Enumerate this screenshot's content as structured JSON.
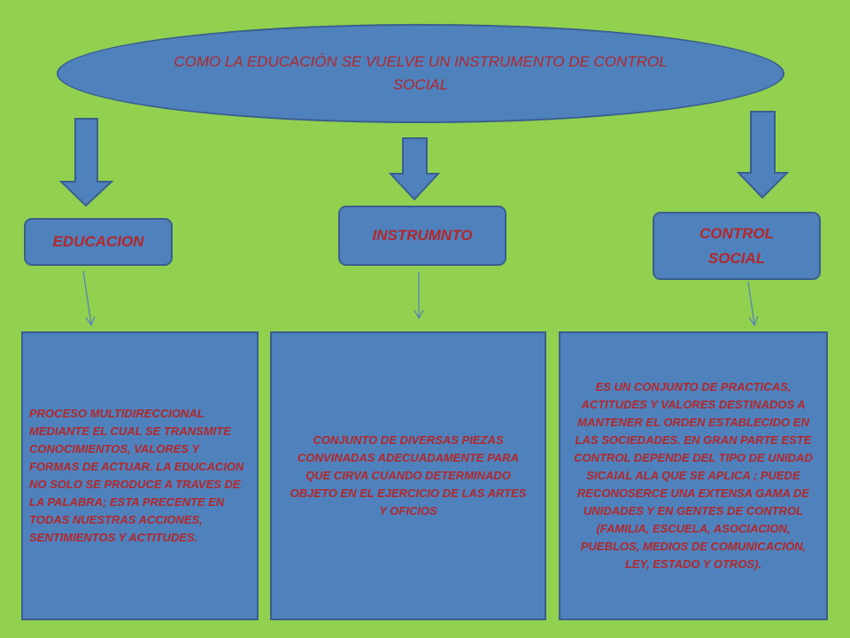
{
  "title": "COMO LA EDUCACIÓN SE VUELVE UN INSTRUMENTO DE CONTROL SOCIAL",
  "nodes": {
    "educacion": "EDUCACION",
    "instrumento": "INSTRUMNTO",
    "control": "CONTROL SOCIAL"
  },
  "descriptions": {
    "educacion": "PROCESO MULTIDIRECCIONAL MEDIANTE EL CUAL SE TRANSMITE CONOCIMIENTOS, VALORES Y FORMAS DE ACTUAR. LA EDUCACION NO SOLO SE PRODUCE A TRAVES DE LA PALABRA; ESTA PRECENTE EN TODAS NUESTRAS ACCIONES, SENTIMIENTOS Y ACTITUDES.",
    "instrumento": "CONJUNTO DE DIVERSAS PIEZAS CONVINADAS ADECUADAMENTE PARA QUE CIRVA CUANDO DETERMINADO OBJETO EN EL EJERCICIO DE LAS ARTES Y OFICIOS",
    "control": "ES UN CONJUNTO DE PRACTICAS, ACTITUDES Y VALORES DESTINADOS A MANTENER EL ORDEN ESTABLECIDO EN LAS SOCIEDADES. EN GRAN PARTE ESTE CONTROL DEPENDE DEL TIPO DE UNIDAD SICAIAL ALA QUE SE APLICA ; PUEDE RECONOSERCE UNA EXTENSA GAMA DE UNIDADES Y EN GENTES DE CONTROL (FAMILIA, ESCUELA, ASOCIACION, PUEBLOS, MEDIOS DE COMUNICACIÓN, LEY, ESTADO Y OTROS)."
  },
  "colors": {
    "background": "#92d050",
    "shape_fill": "#4f81bd",
    "shape_border": "#3a5f8f",
    "text": "#b2282a"
  }
}
